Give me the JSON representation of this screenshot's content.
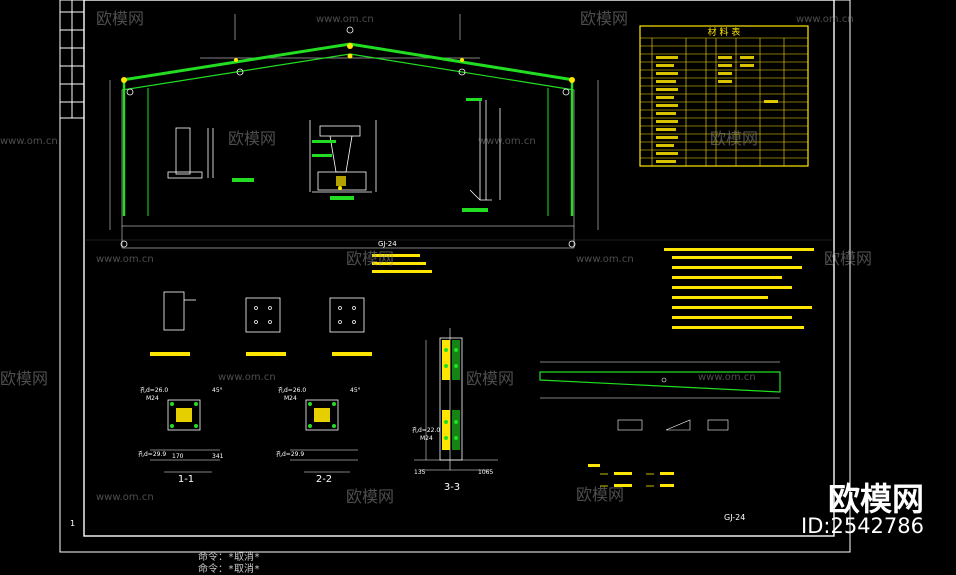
{
  "material_table": {
    "title": "材 料 表",
    "rows": 17
  },
  "labels": {
    "section_1": "1-1",
    "section_2": "2-2",
    "section_3": "3-3",
    "drawing_code": "GJ-24",
    "drawing_code_mid": "GJ-24",
    "page_number": "1",
    "m24_a": "M24",
    "m24_b": "M24",
    "m24_c": "M24",
    "d260_a": "孔d=26.0",
    "d260_b": "孔d=26.0",
    "d220": "孔d=22.0",
    "d299_a": "孔d=29.9",
    "d299_b": "孔d=29.9",
    "angle_a": "45°",
    "angle_b": "45°",
    "dim_170": "170",
    "dim_341": "341",
    "dim_135": "135",
    "dim_1065": "1065"
  },
  "watermark": {
    "brand": "欧模网",
    "url": "www.om.cn"
  },
  "branding": {
    "logo": "欧模网",
    "id": "ID:2542786"
  },
  "command_line": {
    "line1": "命令：*取消*",
    "line2": "命令：*取消*"
  },
  "colors": {
    "frame": "#ffffff",
    "steel": "#22dd22",
    "annotation": "#ffe600",
    "column_marker": "#ffe600"
  }
}
